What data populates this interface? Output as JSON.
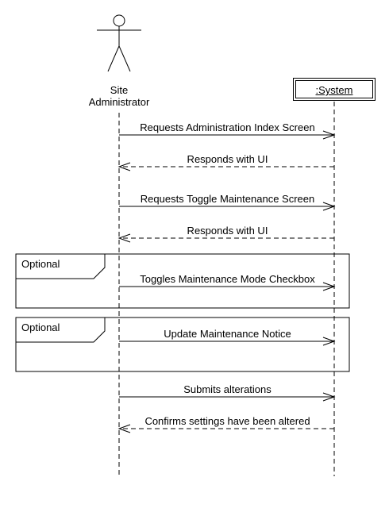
{
  "actor": {
    "name_line1": "Site",
    "name_line2": "Administrator"
  },
  "system": {
    "label": ":System"
  },
  "messages": [
    {
      "label": "Requests Administration Index Screen",
      "kind": "request"
    },
    {
      "label": "Responds with UI",
      "kind": "response"
    },
    {
      "label": "Requests Toggle Maintenance Screen",
      "kind": "request"
    },
    {
      "label": "Responds with UI",
      "kind": "response"
    },
    {
      "label": "Toggles Maintenance Mode Checkbox",
      "kind": "request"
    },
    {
      "label": "Update Maintenance Notice",
      "kind": "request"
    },
    {
      "label": "Submits alterations",
      "kind": "request"
    },
    {
      "label": "Confirms settings have been altered",
      "kind": "response"
    }
  ],
  "fragments": [
    {
      "label": "Optional"
    },
    {
      "label": "Optional"
    }
  ]
}
